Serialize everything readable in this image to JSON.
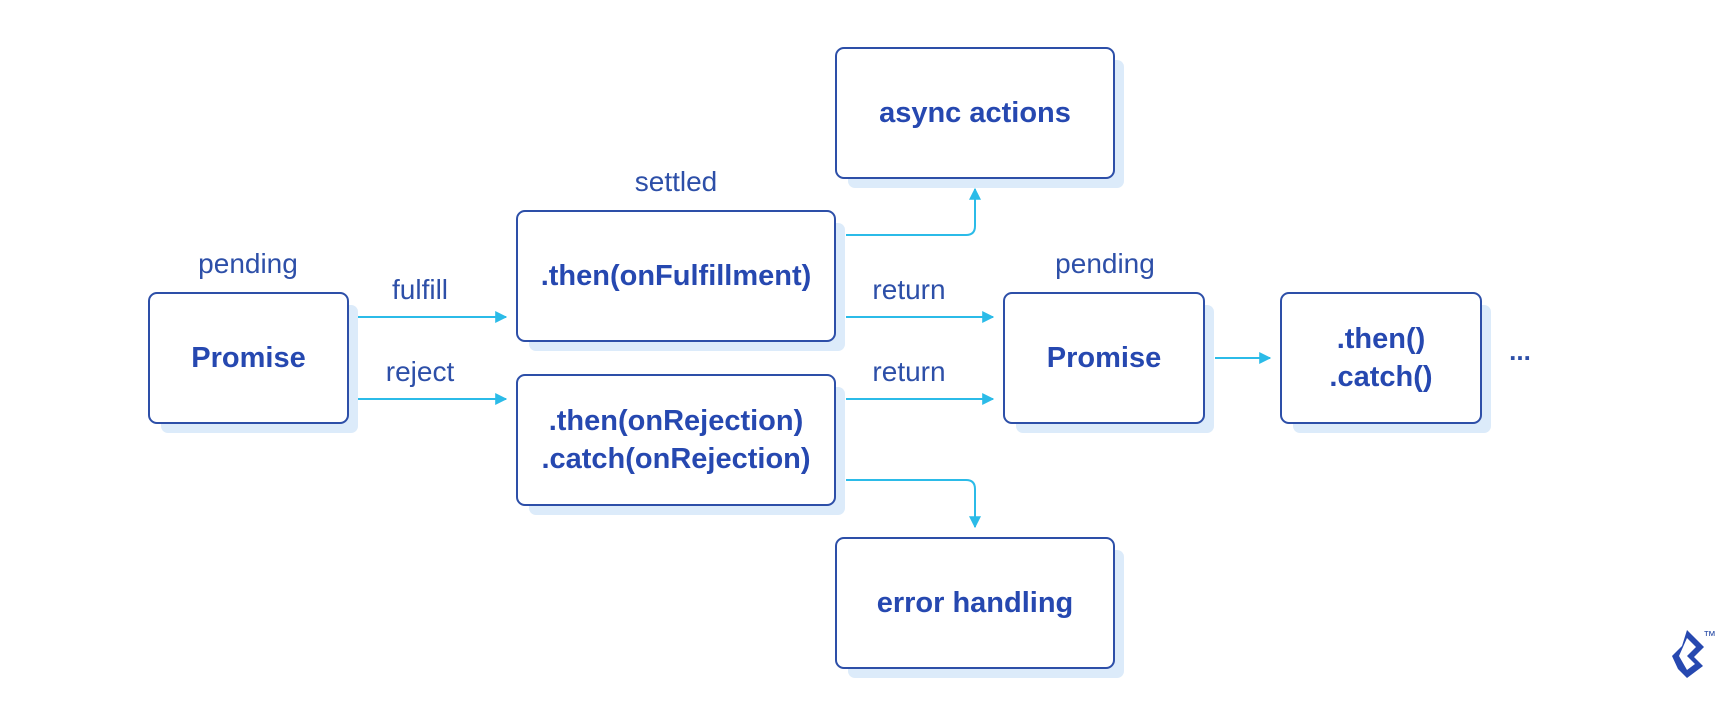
{
  "nodes": {
    "promise_1": {
      "lines": [
        "Promise"
      ]
    },
    "then_fulfillment": {
      "lines": [
        ".then(onFulfillment)"
      ]
    },
    "then_rejection": {
      "lines": [
        ".then(onRejection)",
        ".catch(onRejection)"
      ]
    },
    "async_actions": {
      "lines": [
        "async actions"
      ]
    },
    "error_handling": {
      "lines": [
        "error handling"
      ]
    },
    "promise_2": {
      "lines": [
        "Promise"
      ]
    },
    "then_catch": {
      "lines": [
        ".then()",
        ".catch()"
      ]
    }
  },
  "labels": {
    "pending_1": "pending",
    "settled": "settled",
    "pending_2": "pending",
    "fulfill": "fulfill",
    "reject": "reject",
    "return_1": "return",
    "return_2": "return",
    "ellipsis": "..."
  },
  "edges": [
    {
      "from": "promise_1",
      "to": "then_fulfillment",
      "label": "fulfill"
    },
    {
      "from": "promise_1",
      "to": "then_rejection",
      "label": "reject"
    },
    {
      "from": "then_fulfillment",
      "to": "async_actions",
      "label": ""
    },
    {
      "from": "then_rejection",
      "to": "error_handling",
      "label": ""
    },
    {
      "from": "then_fulfillment",
      "to": "promise_2",
      "label": "return"
    },
    {
      "from": "then_rejection",
      "to": "promise_2",
      "label": "return"
    },
    {
      "from": "promise_2",
      "to": "then_catch",
      "label": ""
    }
  ],
  "colors": {
    "node_border": "#2d4fa8",
    "node_text": "#2648b0",
    "label_text": "#2d4fa8",
    "arrow": "#2bbbe8",
    "shadow": "#dcebfa",
    "logo": "#2648b0"
  },
  "logo": {
    "icon": "toptal-logo-icon",
    "mark": "™"
  }
}
